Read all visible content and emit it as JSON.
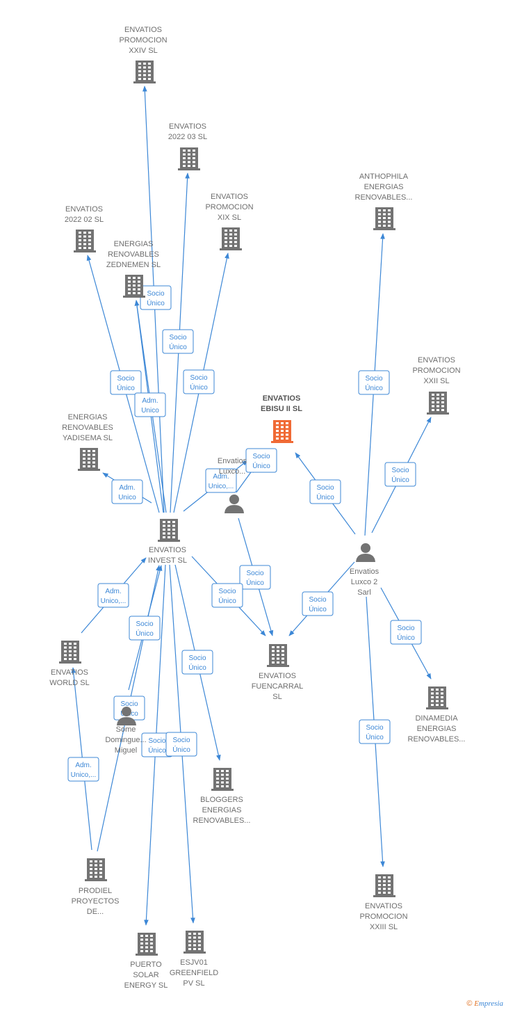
{
  "colors": {
    "edge": "#3c87d6",
    "building": "#737373",
    "focus": "#f06a35",
    "person": "#737373"
  },
  "nodes": [
    {
      "id": "xxiv",
      "type": "company",
      "label": [
        "ENVATIOS",
        "PROMOCION",
        "XXIV  SL"
      ]
    },
    {
      "id": "n2203",
      "type": "company",
      "label": [
        "ENVATIOS",
        "2022 03  SL"
      ]
    },
    {
      "id": "xix",
      "type": "company",
      "label": [
        "ENVATIOS",
        "PROMOCION",
        "XIX  SL"
      ]
    },
    {
      "id": "n2202",
      "type": "company",
      "label": [
        "ENVATIOS",
        "2022 02  SL"
      ]
    },
    {
      "id": "zed",
      "type": "company",
      "label": [
        "ENERGIAS",
        "RENOVABLES",
        "ZEDNEMEN  SL"
      ]
    },
    {
      "id": "anth",
      "type": "company",
      "label": [
        "ANTHOPHILA",
        "ENERGIAS",
        "RENOVABLES..."
      ]
    },
    {
      "id": "xxii",
      "type": "company",
      "label": [
        "ENVATIOS",
        "PROMOCION",
        "XXII  SL"
      ]
    },
    {
      "id": "ebisu",
      "type": "company",
      "focus": true,
      "label": [
        "ENVATIOS",
        "EBISU II  SL"
      ]
    },
    {
      "id": "yad",
      "type": "company",
      "label": [
        "ENERGIAS",
        "RENOVABLES",
        "YADISEMA  SL"
      ]
    },
    {
      "id": "luxcop",
      "type": "person",
      "label": [
        "Envatios",
        "Luxco..."
      ]
    },
    {
      "id": "invest",
      "type": "company",
      "label": [
        "ENVATIOS",
        "INVEST  SL"
      ]
    },
    {
      "id": "luxco2",
      "type": "person",
      "label": [
        "Envatios",
        "Luxco 2",
        "Sarl"
      ]
    },
    {
      "id": "world",
      "type": "company",
      "label": [
        "ENVATIOS",
        "WORLD  SL"
      ]
    },
    {
      "id": "fuenc",
      "type": "company",
      "label": [
        "ENVATIOS",
        "FUENCARRAL",
        "SL"
      ]
    },
    {
      "id": "dinam",
      "type": "company",
      "label": [
        "DINAMEDIA",
        "ENERGIAS",
        "RENOVABLES..."
      ]
    },
    {
      "id": "some",
      "type": "person",
      "label": [
        "Some",
        "Domingue...",
        "Miguel"
      ]
    },
    {
      "id": "blog",
      "type": "company",
      "label": [
        "BLOGGERS",
        "ENERGIAS",
        "RENOVABLES..."
      ]
    },
    {
      "id": "prod",
      "type": "company",
      "label": [
        "PRODIEL",
        "PROYECTOS",
        "DE..."
      ]
    },
    {
      "id": "xxiii",
      "type": "company",
      "label": [
        "ENVATIOS",
        "PROMOCION",
        "XXIII  SL"
      ]
    },
    {
      "id": "puerto",
      "type": "company",
      "label": [
        "PUERTO",
        "SOLAR",
        "ENERGY  SL"
      ]
    },
    {
      "id": "esjv",
      "type": "company",
      "label": [
        "ESJV01",
        "GREENFIELD",
        "PV  SL"
      ]
    }
  ],
  "edges": [
    {
      "from": "invest",
      "to": "xxiv"
    },
    {
      "from": "invest",
      "to": "n2203",
      "label": [
        "Socio",
        "Único"
      ]
    },
    {
      "from": "invest",
      "to": "xix",
      "label": [
        "Socio",
        "Único"
      ]
    },
    {
      "from": "invest",
      "to": "n2202",
      "label": [
        "Socio",
        "Único"
      ]
    },
    {
      "from": "invest",
      "to": "zed",
      "label": [
        "Socio",
        "Único"
      ]
    },
    {
      "from": "invest",
      "to": "zed",
      "label": [
        "Adm.",
        "Unico"
      ]
    },
    {
      "from": "invest",
      "to": "yad",
      "label": [
        "Adm.",
        "Unico"
      ]
    },
    {
      "from": "invest",
      "to": "ebisu",
      "label": [
        "Adm.",
        "Unico,..."
      ]
    },
    {
      "from": "luxcop",
      "to": "ebisu",
      "label": [
        "Socio",
        "Único"
      ]
    },
    {
      "from": "luxcop",
      "to": "fuenc",
      "label": [
        "Socio",
        "Único"
      ]
    },
    {
      "from": "invest",
      "to": "fuenc",
      "label": [
        "Socio",
        "Único"
      ]
    },
    {
      "from": "luxco2",
      "to": "ebisu",
      "label": [
        "Socio",
        "Único"
      ]
    },
    {
      "from": "luxco2",
      "to": "anth",
      "label": [
        "Socio",
        "Único"
      ]
    },
    {
      "from": "luxco2",
      "to": "xxii",
      "label": [
        "Socio",
        "Único"
      ]
    },
    {
      "from": "luxco2",
      "to": "fuenc",
      "label": [
        "Socio",
        "Único"
      ]
    },
    {
      "from": "luxco2",
      "to": "dinam",
      "label": [
        "Socio",
        "Único"
      ]
    },
    {
      "from": "luxco2",
      "to": "xxiii",
      "label": [
        "Socio",
        "Único"
      ]
    },
    {
      "from": "world",
      "to": "invest",
      "label": [
        "Adm.",
        "Unico,..."
      ]
    },
    {
      "from": "some",
      "to": "invest",
      "label": [
        "Socio",
        "Único"
      ]
    },
    {
      "from": "prod",
      "to": "invest",
      "label": [
        "Socio",
        "Único"
      ]
    },
    {
      "from": "prod",
      "to": "world",
      "label": [
        "Adm.",
        "Unico,..."
      ]
    },
    {
      "from": "invest",
      "to": "blog",
      "label": [
        "Socio",
        "Único"
      ]
    },
    {
      "from": "invest",
      "to": "puerto",
      "label": [
        "Socio",
        "Único"
      ]
    },
    {
      "from": "invest",
      "to": "esjv",
      "label": [
        "Socio",
        "Único"
      ]
    }
  ],
  "watermark": {
    "copyright": "©",
    "brand_initial": "E",
    "brand_rest": "mpresia"
  }
}
